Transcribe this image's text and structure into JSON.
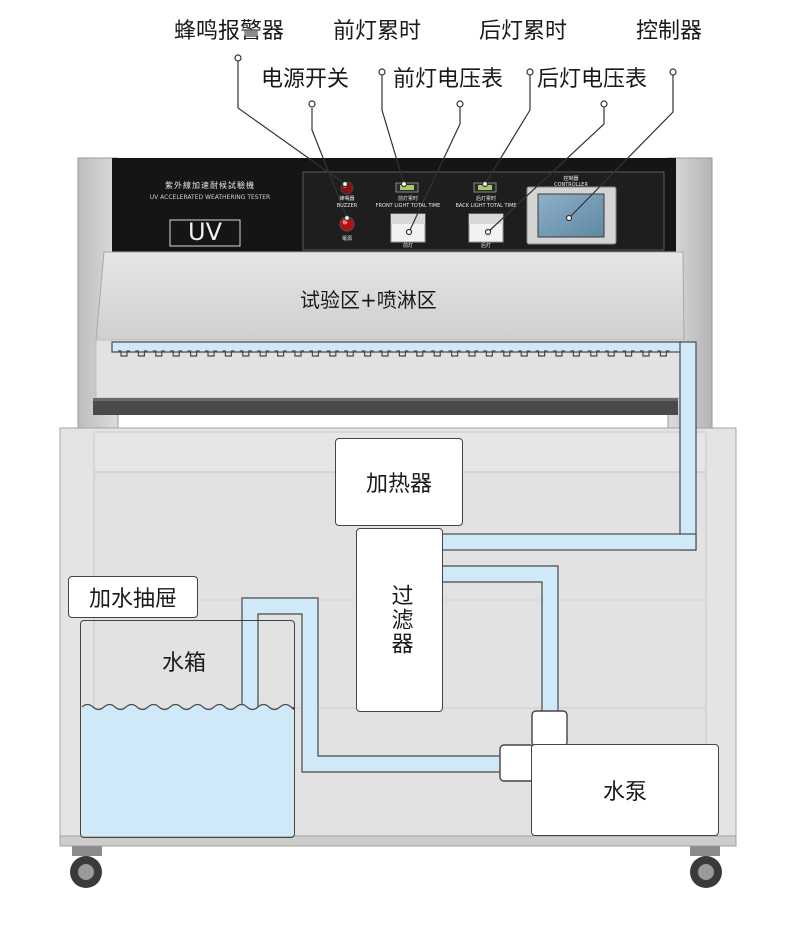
{
  "callouts": {
    "buzzer": "蜂鸣报警器",
    "power_switch": "电源开关",
    "front_lamp_timer": "前灯累时",
    "front_lamp_voltmeter": "前灯电压表",
    "back_lamp_timer": "后灯累时",
    "back_lamp_voltmeter": "后灯电压表",
    "controller": "控制器"
  },
  "machine": {
    "title_cn": "紫外線加速耐候試驗機",
    "title_en": "UV ACCELERATED WEATHERING TESTER",
    "logo": "UV"
  },
  "panel": {
    "buzzer_label": "蜂鳴器",
    "buzzer_sub": "BUZZER",
    "power_label": "電源",
    "front_timer_label": "前灯累时",
    "front_timer_sub": "FRONT LIGHT TOTAL TIME",
    "front_meter_label": "前灯",
    "back_timer_label": "后灯累时",
    "back_timer_sub": "BACK LIGHT TOTAL TIME",
    "back_meter_label": "后灯",
    "controller_label": "控制器",
    "controller_sub": "CONTROLLER"
  },
  "zones": {
    "test_spray": "试验区+喷淋区"
  },
  "components": {
    "heater": "加热器",
    "filter": "过滤器",
    "drawer": "加水抽屉",
    "water_tank": "水箱",
    "water_pump": "水泵"
  },
  "colors": {
    "water": "#cfe9f8",
    "panel_dark": "#151515",
    "cabinet": "#e4e4e4",
    "hood": "#d6d6d6",
    "outline": "#444444"
  }
}
